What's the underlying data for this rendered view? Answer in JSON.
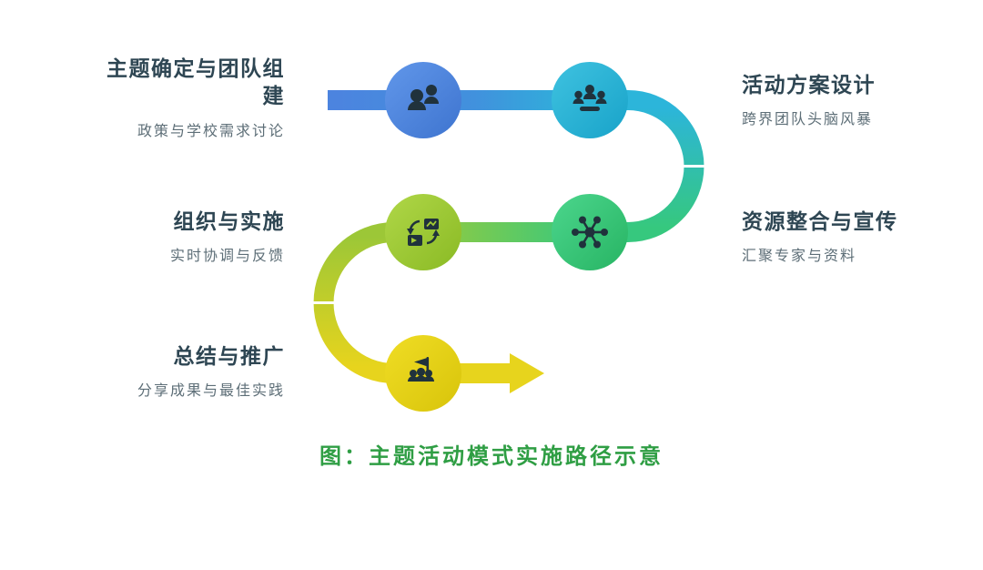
{
  "diagram": {
    "caption": "图：主题活动模式实施路径示意",
    "steps": [
      {
        "title": "主题确定与团队组建",
        "subtitle": "政策与学校需求讨论",
        "side": "left",
        "icon": "team-icon"
      },
      {
        "title": "活动方案设计",
        "subtitle": "跨界团队头脑风暴",
        "side": "right",
        "icon": "meeting-icon"
      },
      {
        "title": "资源整合与宣传",
        "subtitle": "汇聚专家与资料",
        "side": "right",
        "icon": "network-icon"
      },
      {
        "title": "组织与实施",
        "subtitle": "实时协调与反馈",
        "side": "left",
        "icon": "sync-chart-icon"
      },
      {
        "title": "总结与推广",
        "subtitle": "分享成果与最佳实践",
        "side": "left",
        "icon": "flag-team-icon"
      }
    ],
    "colors": {
      "blue": "#4c84df",
      "cyan": "#2cb5da",
      "green": "#36c87e",
      "lime": "#a5cc34",
      "yellow": "#e7d41d",
      "title_text": "#2e4653",
      "subtitle_text": "#5d6e77",
      "caption_green": "#2f9e44",
      "icon_dark": "#20323c"
    }
  }
}
